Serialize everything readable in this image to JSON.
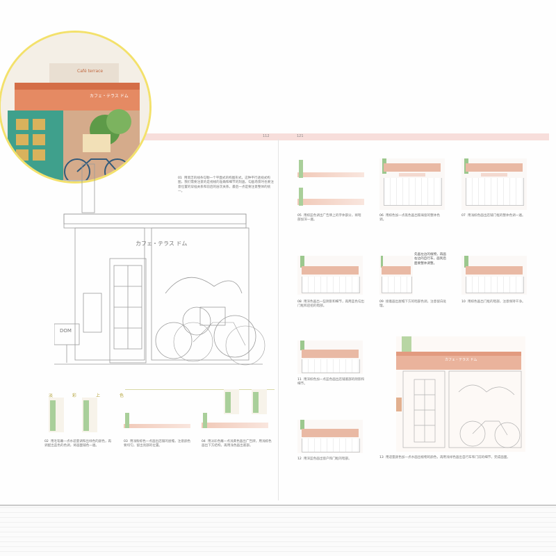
{
  "page_numbers": {
    "left": "112",
    "right": "121"
  },
  "section_title": [
    "淡",
    "彩",
    "上",
    "色"
  ],
  "illustration": {
    "cafe_sign": "Café terrace",
    "awning_text": "カフェ・テラス ドム",
    "dom_sign": "DOM"
  },
  "captions": {
    "c01": {
      "num": "01",
      "text": "用简洁的线条勾勒一个平面式的构图形式，这种平行透视式构图，我们需要注意的是视线的准确和细节的刻画，勾画场景时也要注意位置的穿插关系和前后的层次关系，最后一点是要注意整体的统一。"
    },
    "c02": {
      "num": "02",
      "text": "用毛笔蘸一点水适量调和出绿色的颜色，再调配出蓝色的色调，将画面铺色一遍。"
    },
    "c03": {
      "num": "03",
      "text": "用浅粉棕色一点画出店铺的屋檐，注意颜色要均匀，留出亮部的位置。"
    },
    "c04": {
      "num": "04",
      "text": "用淡彩色蘸一点浅黄色画出广告牌，用浅棕色画出下方结构，再用浅色画出底部。"
    },
    "c05": {
      "num": "05",
      "text": "用棕蓝色调出广告牌上的字体部分，将暗部加深一遍。"
    },
    "c06": {
      "num": "06",
      "text": "用棕色加一点黑色画出玻璃窗的整体色调。"
    },
    "c07": {
      "num": "07",
      "text": "用浅棕色画出店铺门框的整体色调一遍。"
    },
    "c08": {
      "num": "08",
      "text": "用深色画出一些阴影和细节，再用蓝色勾出门框和店招的暗部。"
    },
    "c09": {
      "num": "09",
      "text": "接着画出屋檐下方的暗部色调，注意留白处理。"
    },
    "c10": {
      "num": "10",
      "text": "用棕色画出门框的暗部，注意保持干净。"
    },
    "c11": {
      "num": "11",
      "text": "用深棕色加一点蓝色画出店铺底部的阴影和细节。"
    },
    "c12": {
      "num": "12",
      "text": "用深蓝色画出窗户和门框的暗部。"
    },
    "c13": {
      "num": "13",
      "text": "用适量颜色加一点水画出植物的颜色，再用浅绿色画出自行车和门前的细节，完成画面。"
    }
  },
  "note_box": "先画左边的植物，再画右边的自行车，画到后面要整体调整。"
}
